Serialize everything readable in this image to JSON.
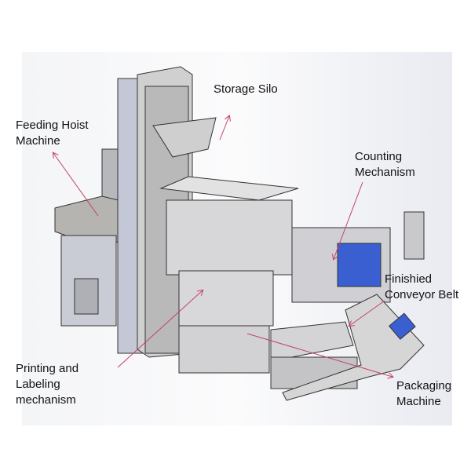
{
  "labels": {
    "storage_silo": "Storage Silo",
    "feeding_hoist_1": "Feeding Hoist",
    "feeding_hoist_2": "Machine",
    "counting_1": "Counting",
    "counting_2": "Mechanism",
    "conveyor_1": "Finishied",
    "conveyor_2": "Conveyor Belt",
    "printing_1": "Printing and",
    "printing_2": "Labeling",
    "printing_3": "mechanism",
    "packaging_1": "Packaging",
    "packaging_2": "Machine"
  },
  "colors": {
    "arrow": "#c4406a",
    "metal": "#c9c9cc",
    "frame": "#3a3a3a",
    "screen": "#3a5fd0"
  }
}
